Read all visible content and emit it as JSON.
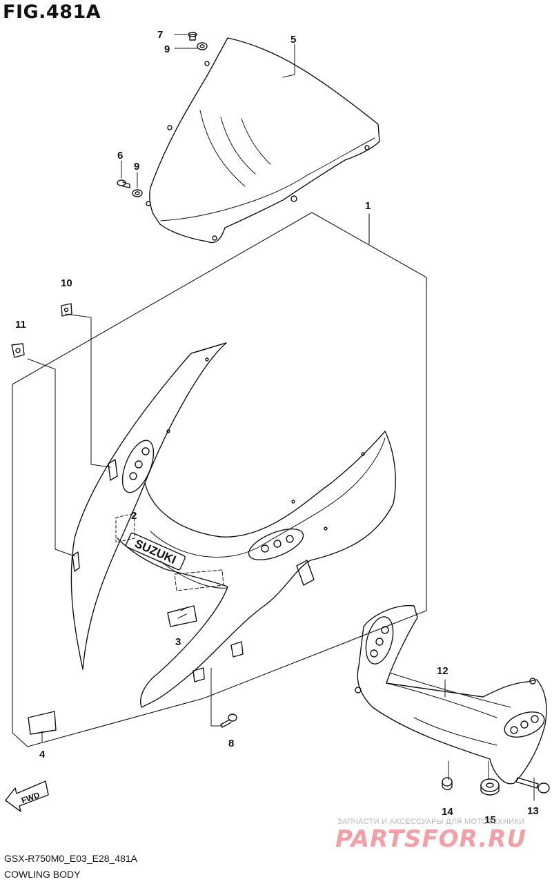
{
  "figure": {
    "title": "FIG.481A",
    "code": "GSX-R750M0_E03_E28_481A",
    "name": "COWLING BODY",
    "fwd_label": "FWD"
  },
  "callouts": [
    {
      "id": "1"
    },
    {
      "id": "2"
    },
    {
      "id": "3"
    },
    {
      "id": "4"
    },
    {
      "id": "5"
    },
    {
      "id": "6"
    },
    {
      "id": "7"
    },
    {
      "id": "8"
    },
    {
      "id": "9a",
      "label": "9"
    },
    {
      "id": "9b",
      "label": "9"
    },
    {
      "id": "10"
    },
    {
      "id": "11"
    },
    {
      "id": "12"
    },
    {
      "id": "13"
    },
    {
      "id": "14"
    },
    {
      "id": "15"
    }
  ],
  "labels": {
    "c1": "1",
    "c2": "2",
    "c3": "3",
    "c4": "4",
    "c5": "5",
    "c6": "6",
    "c7": "7",
    "c8": "8",
    "c9a": "9",
    "c9b": "9",
    "c10": "10",
    "c11": "11",
    "c12": "12",
    "c13": "13",
    "c14": "14",
    "c15": "15"
  },
  "badge_text": "SUZUKI",
  "watermark": {
    "small": "ЗАПЧАСТИ И АКСЕССУАРЫ ДЛЯ МОТОТЕХНИКИ",
    "big": "PARTSFOR.RU"
  },
  "colors": {
    "line": "#111111",
    "watermark_red": "#f2a0a6",
    "watermark_gray": "#b9b9b9"
  }
}
